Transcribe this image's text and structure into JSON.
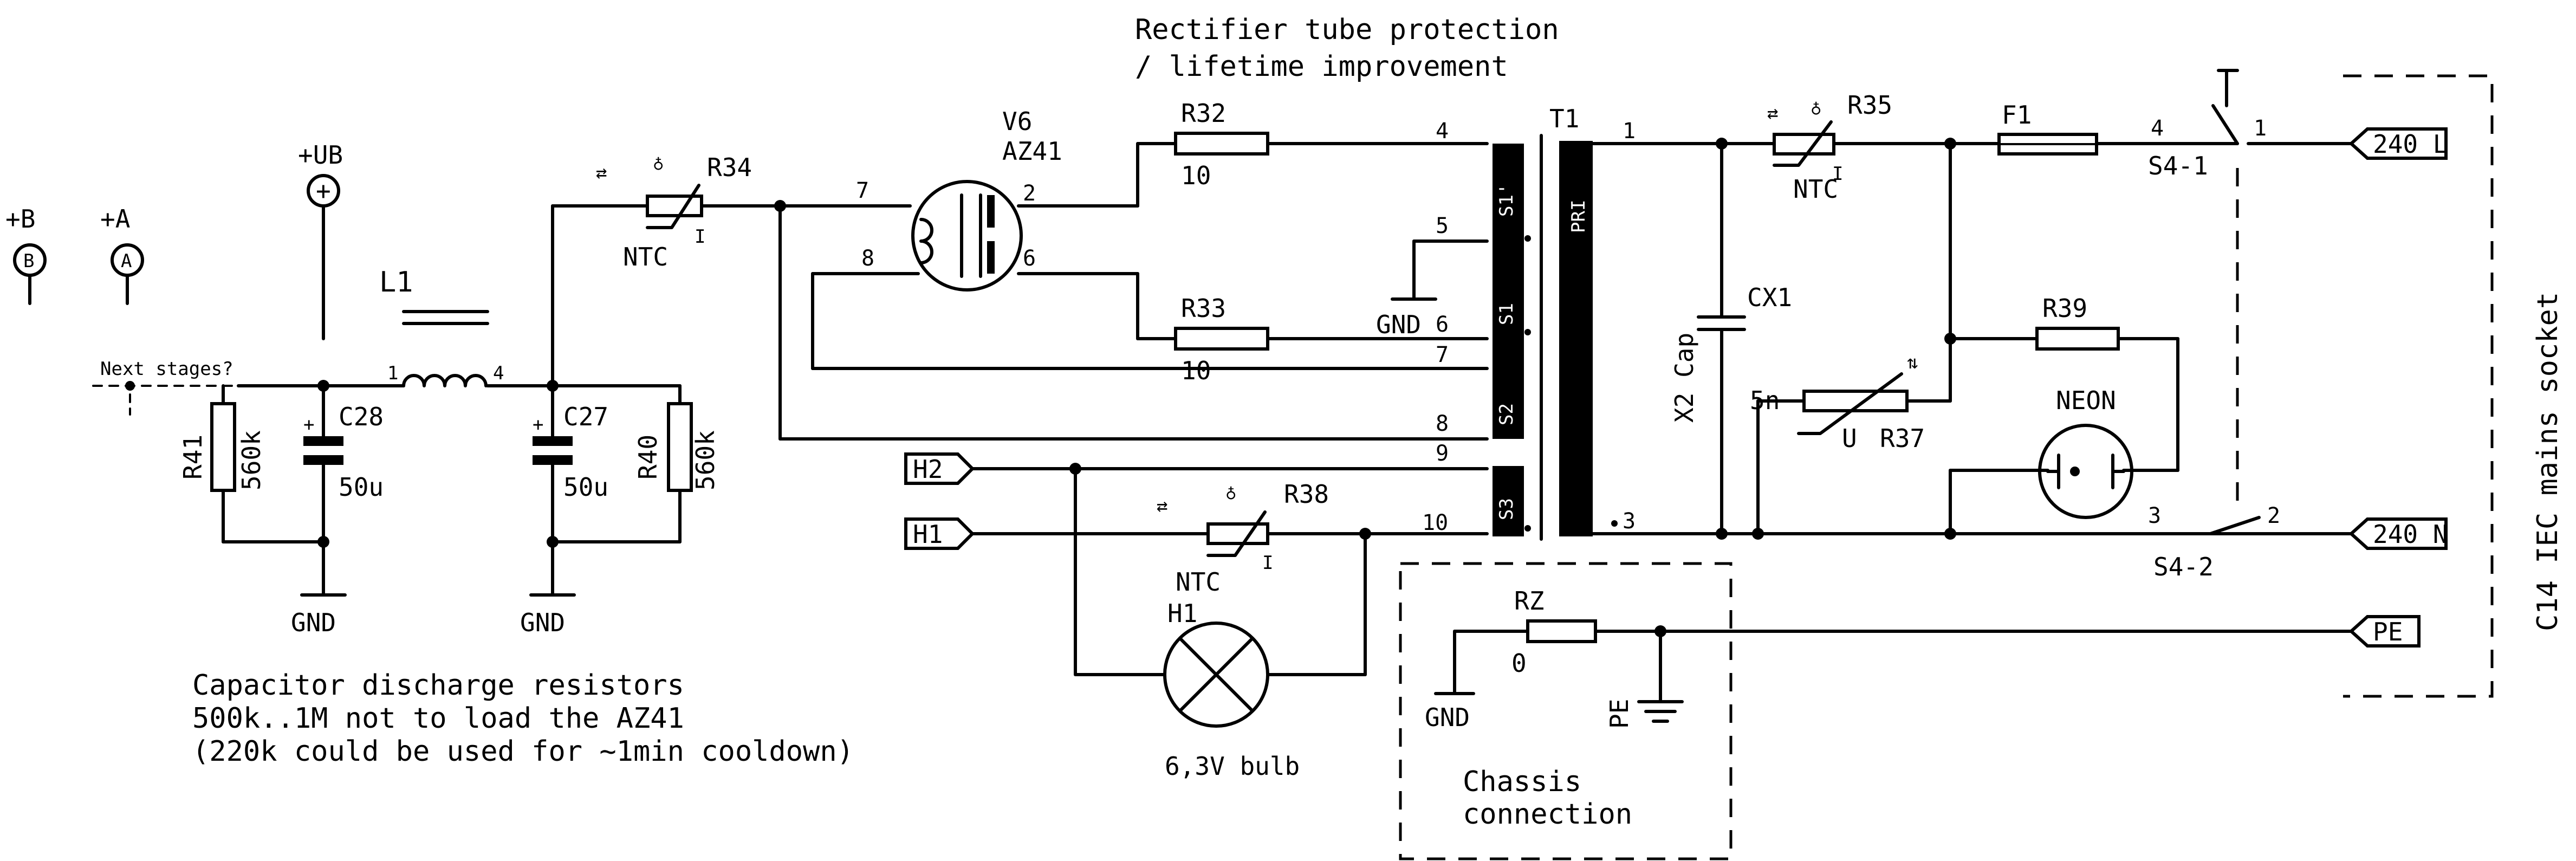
{
  "notes": {
    "rectifier_line1": "Rectifier tube protection",
    "rectifier_line2": "/ lifetime improvement",
    "discharge_line1": "Capacitor discharge resistors",
    "discharge_line2": "500k..1M not to load the AZ41",
    "discharge_line3": "(220k could be used for ~1min cooldown)",
    "next_stages": "Next stages?",
    "chassis_line1": "Chassis",
    "chassis_line2": "connection",
    "socket": "C14 IEC mains socket"
  },
  "supplies": {
    "b_label": "+B",
    "b_symbol": "B",
    "a_label": "+A",
    "a_symbol": "A",
    "ub_label": "+UB",
    "ub_symbol": "+"
  },
  "connectors": {
    "h2": "H2",
    "h1": "H1",
    "line": "240_L",
    "neutral": "240_N",
    "earth": "PE"
  },
  "components": {
    "l1": {
      "ref": "L1",
      "pin1": "1",
      "pin4": "4"
    },
    "r41": {
      "ref": "R41",
      "value": "560k"
    },
    "r40": {
      "ref": "R40",
      "value": "560k"
    },
    "c28": {
      "ref": "C28",
      "value": "50u",
      "polarity": "+"
    },
    "c27": {
      "ref": "C27",
      "value": "50u",
      "polarity": "+"
    },
    "r34": {
      "ref": "R34",
      "type": "NTC"
    },
    "r35": {
      "ref": "R35",
      "type": "NTC"
    },
    "r38": {
      "ref": "R38",
      "type": "NTC"
    },
    "v6": {
      "ref": "V6",
      "type": "AZ41",
      "pin7": "7",
      "pin8": "8",
      "pin2": "2",
      "pin6": "6"
    },
    "r32": {
      "ref": "R32",
      "value": "10"
    },
    "r33": {
      "ref": "R33",
      "value": "10"
    },
    "t1": {
      "ref": "T1",
      "primary": "PRI",
      "s1p": "S1'",
      "s1": "S1",
      "s2": "S2",
      "s3": "S3",
      "pins": [
        "4",
        "5",
        "6",
        "7",
        "8",
        "9",
        "10"
      ],
      "pri_pin1": "1",
      "pri_pin3": "3"
    },
    "cx1": {
      "ref": "CX1",
      "value": "5n",
      "type": "X2 Cap"
    },
    "f1": {
      "ref": "F1"
    },
    "s4": {
      "ref1": "S4-1",
      "ref2": "S4-2",
      "pin4": "4",
      "pin1": "1",
      "pin3": "3",
      "pin2": "2"
    },
    "r39": {
      "ref": "R39"
    },
    "r37": {
      "ref": "R37",
      "type": "U"
    },
    "neon": {
      "ref": "NEON"
    },
    "h1_lamp": {
      "ref": "H1",
      "value": "6,3V bulb"
    },
    "rz": {
      "ref": "RZ",
      "value": "0"
    },
    "gnd": "GND",
    "pe_symbol": "PE",
    "thermistor_mark": "I"
  }
}
